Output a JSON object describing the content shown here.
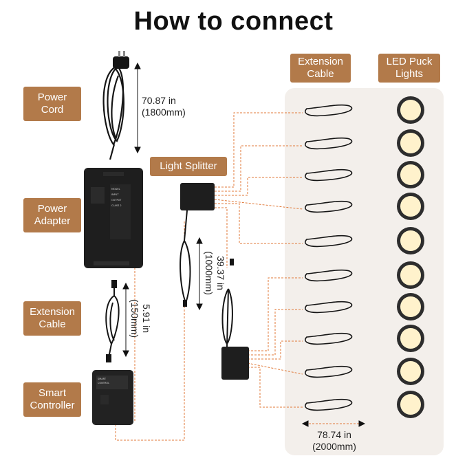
{
  "title": "How to connect",
  "labels": {
    "power_cord": "Power\nCord",
    "power_adapter": "Power\nAdapter",
    "extension_cable_left": "Extension\nCable",
    "smart_controller": "Smart\nController",
    "light_splitter": "Light Splitter",
    "extension_cable_header": "Extension\nCable",
    "led_puck_header": "LED Puck\nLights"
  },
  "dimensions": {
    "power_cord_length": "70.87 in\n(1800mm)",
    "extension_cable_length": "5.91 in\n(150mm)",
    "splitter_cable_length": "39.37 in\n(1000mm)",
    "led_extension_length": "78.74 in\n(2000mm)"
  },
  "colors": {
    "label_bg": "#b27a4a",
    "panel_bg": "#f3efeb",
    "wire_dash": "#e07a3a",
    "device_body": "#1e1e1e",
    "puck_light": "#fff2cc"
  },
  "icons": [
    "power-plug-icon",
    "power-adapter-icon",
    "splitter-box-icon",
    "controller-box-icon",
    "led-puck-icon",
    "cable-coil-icon"
  ]
}
